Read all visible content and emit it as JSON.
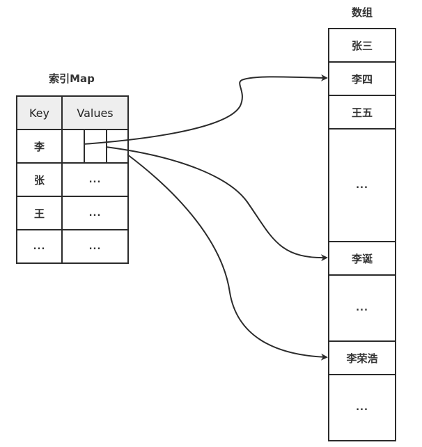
{
  "map": {
    "title": "索引Map",
    "headers": {
      "key": "Key",
      "values": "Values"
    },
    "rows": [
      {
        "key": "李",
        "value": ""
      },
      {
        "key": "张",
        "value": "..."
      },
      {
        "key": "王",
        "value": "..."
      },
      {
        "key": "...",
        "value": "..."
      }
    ]
  },
  "array": {
    "title": "数组",
    "items": [
      "张三",
      "李四",
      "王五",
      "...",
      "李诞",
      "...",
      "李荣浩",
      "..."
    ]
  },
  "links": [
    {
      "from": "李 value slot 1",
      "to": "李四"
    },
    {
      "from": "李 value slot 2",
      "to": "李诞"
    },
    {
      "from": "李 value slot 3",
      "to": "李荣浩"
    }
  ]
}
